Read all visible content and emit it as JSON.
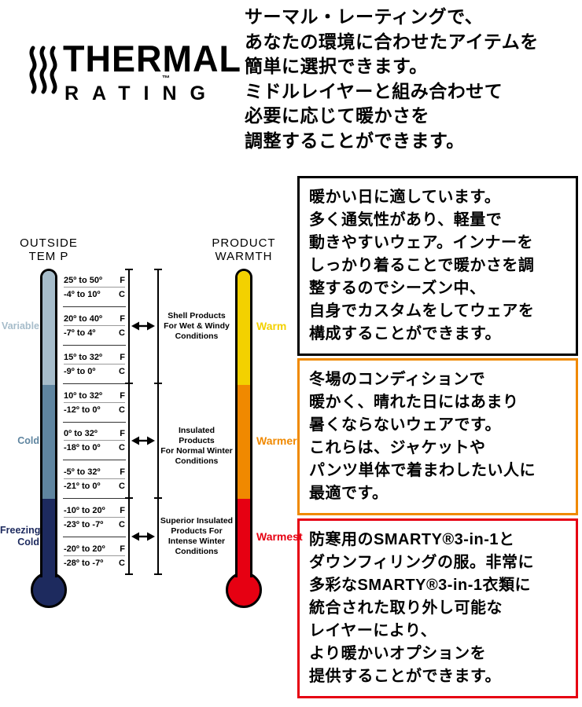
{
  "logo": {
    "thermal": "THERMAL",
    "rating": "RATING",
    "trademark": "™"
  },
  "intro": {
    "text": "サーマル・レーティングで、\nあなたの環境に合わせたアイテムを\n簡単に選択できます。\nミドルレイヤーと組み合わせて\n必要に応じて暖かさを\n調整することができます。"
  },
  "outside": {
    "title": "OUTSIDE\nTEM P",
    "zones": [
      {
        "label": "Variable",
        "color": "#a6bcca"
      },
      {
        "label": "Cold",
        "color": "#5f85a0"
      },
      {
        "label": "Freezing\nCold",
        "color": "#1d2a5e"
      }
    ],
    "scale_rows": [
      {
        "f_value": "25º to 50º",
        "f_unit": "F",
        "c_value": "-4º to 10º",
        "c_unit": "C"
      },
      {
        "f_value": "20º to 40º",
        "f_unit": "F",
        "c_value": "-7º to 4º",
        "c_unit": "C"
      },
      {
        "f_value": "15º to 32º",
        "f_unit": "F",
        "c_value": "-9º to 0º",
        "c_unit": "C"
      },
      {
        "f_value": "10º to 32º",
        "f_unit": "F",
        "c_value": "-12º to 0º",
        "c_unit": "C"
      },
      {
        "f_value": "0º to 32º",
        "f_unit": "F",
        "c_value": "-18º to 0º",
        "c_unit": "C"
      },
      {
        "f_value": "-5º to 32º",
        "f_unit": "F",
        "c_value": "-21º to 0º",
        "c_unit": "C"
      },
      {
        "f_value": "-10º to 20º",
        "f_unit": "F",
        "c_value": "-23º to -7º",
        "c_unit": "C"
      },
      {
        "f_value": "-20º to 20º",
        "f_unit": "F",
        "c_value": "-28º to -7º",
        "c_unit": "C"
      }
    ]
  },
  "warmth": {
    "title": "PRODUCT\nWARMTH",
    "levels": [
      {
        "label": "Warm",
        "color": "#f3d100",
        "description": "Shell Products\nFor Wet & Windy\nConditions",
        "note_border": "#000000",
        "note": "暖かい日に適しています。\n多く通気性があり、軽量で\n動きやすいウェア。インナーを\nしっかり着ることで暖かさを調\n整するのでシーズン中、\n自身でカスタムをしてウェアを\n構成することができます。"
      },
      {
        "label": "Warmer",
        "color": "#f08900",
        "description": "Insulated Products\nFor Normal Winter\nConditions",
        "note_border": "#f08900",
        "note": "冬場のコンディションで\n暖かく、晴れた日にはあまり\n暑くならないウェアです。\nこれらは、ジャケットや\nパンツ単体で着まわしたい人に\n最適です。"
      },
      {
        "label": "Warmest",
        "color": "#e60012",
        "description": "Superior Insulated\nProducts For\nIntense Winter\nConditions",
        "note_border": "#e60012",
        "note": "防寒用のSMARTY®3-in-1と\nダウンフィリングの服。非常に\n多彩なSMARTY®3-in-1衣類に\n統合された取り外し可能な\nレイヤーにより、\nより暖かいオプションを\n提供することができます。"
      }
    ]
  }
}
